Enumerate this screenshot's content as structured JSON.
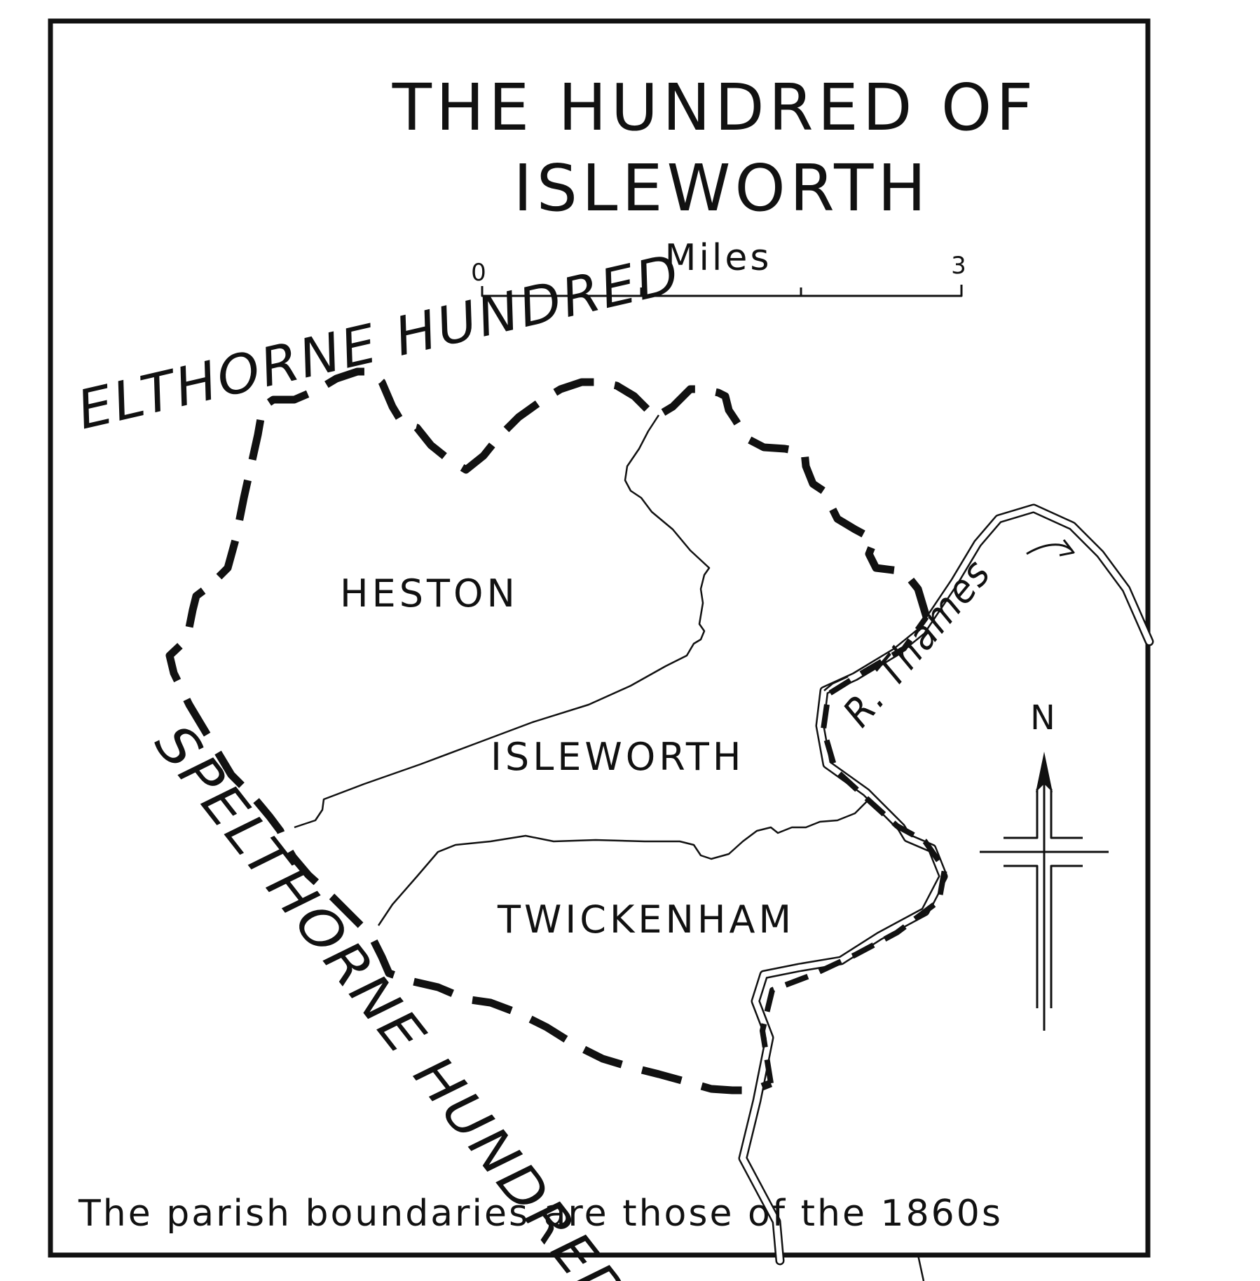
{
  "title": {
    "line1": "THE HUNDRED OF",
    "line2": "ISLEWORTH"
  },
  "scale_bar": {
    "label": "Miles",
    "start": "0",
    "end": "3"
  },
  "parishes": {
    "heston": "HESTON",
    "isleworth": "ISLEWORTH",
    "twickenham": "TWICKENHAM"
  },
  "neighbouring_hundreds": {
    "north": "ELTHORNE HUNDRED",
    "south": "SPELTHORNE HUNDRED"
  },
  "river": {
    "label": "R. Thames"
  },
  "compass": {
    "north_label": "N"
  },
  "note": "The parish boundaries are those of the 1860s",
  "colors": {
    "ink": "#111111",
    "paper": "#ffffff"
  }
}
